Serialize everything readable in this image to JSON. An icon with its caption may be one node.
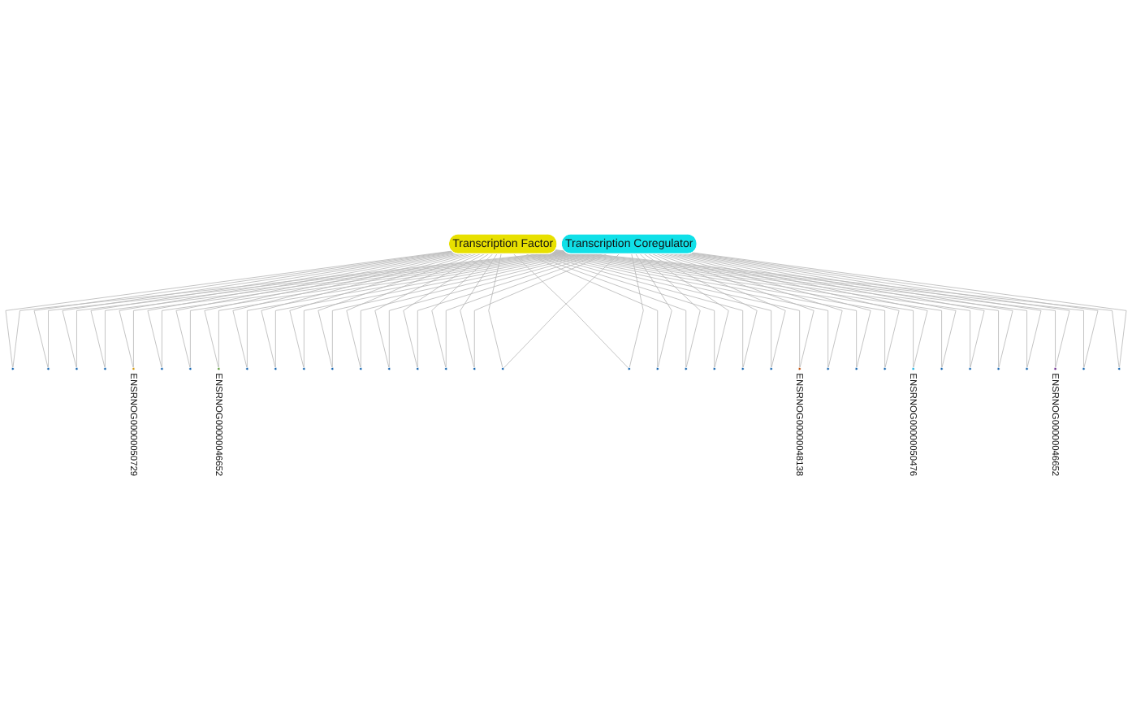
{
  "diagram": {
    "nodes": [
      {
        "text": [
          "Transcription Factor"
        ]
      },
      {
        "text": [
          "Transcription Coregulator"
        ]
      },
      {
        "text": [],
        "shape": "circle"
      },
      {
        "text": [],
        "shape": "circle"
      },
      {
        "text": [],
        "shape": "circle"
      },
      {
        "text": [],
        "shape": "circle"
      },
      {
        "text": [],
        "shape": "circle",
        "beside": [
          "ENSRNOG00000050729"
        ]
      },
      {
        "text": [],
        "shape": "circle"
      },
      {
        "text": [],
        "shape": "circle"
      },
      {
        "text": [],
        "shape": "circle",
        "beside": [
          "ENSRNOG00000046652"
        ]
      },
      {
        "text": [],
        "shape": "circle"
      },
      {
        "text": [],
        "shape": "circle"
      },
      {
        "text": [],
        "shape": "circle"
      },
      {
        "text": [],
        "shape": "circle"
      },
      {
        "text": [],
        "shape": "circle"
      },
      {
        "text": [],
        "shape": "circle"
      },
      {
        "text": [],
        "shape": "circle"
      },
      {
        "text": [],
        "shape": "circle"
      },
      {
        "text": [],
        "shape": "circle"
      },
      {
        "text": [],
        "shape": "circle"
      },
      {
        "text": [],
        "shape": "circle"
      },
      {
        "text": [],
        "shape": "circle"
      },
      {
        "text": [],
        "shape": "circle"
      },
      {
        "text": [],
        "shape": "circle"
      },
      {
        "text": [],
        "shape": "circle"
      },
      {
        "text": [],
        "shape": "circle"
      },
      {
        "text": [],
        "shape": "circle",
        "beside": [
          "ENSRNOG00000048138"
        ]
      },
      {
        "text": [],
        "shape": "circle"
      },
      {
        "text": [],
        "shape": "circle"
      },
      {
        "text": [],
        "shape": "circle"
      },
      {
        "text": [],
        "shape": "circle",
        "beside": [
          "ENSRNOG00000050476"
        ]
      },
      {
        "text": [],
        "shape": "circle"
      },
      {
        "text": [],
        "shape": "circle"
      },
      {
        "text": [],
        "shape": "circle"
      },
      {
        "text": [],
        "shape": "circle"
      },
      {
        "text": [],
        "shape": "circle",
        "beside": [
          "ENSRNOG00000046652"
        ]
      },
      {
        "text": [],
        "shape": "circle"
      },
      {
        "text": [],
        "shape": "circle"
      }
    ],
    "edges": [
      {
        "from": 0,
        "to": 2,
        "arrow": "none"
      },
      {
        "from": 0,
        "to": 3,
        "arrow": "none"
      },
      {
        "from": 0,
        "to": 4,
        "arrow": "none"
      },
      {
        "from": 0,
        "to": 5,
        "arrow": "none"
      },
      {
        "from": 0,
        "to": 6,
        "arrow": "none"
      },
      {
        "from": 0,
        "to": 7,
        "arrow": "none"
      },
      {
        "from": 0,
        "to": 8,
        "arrow": "none"
      },
      {
        "from": 0,
        "to": 9,
        "arrow": "none"
      },
      {
        "from": 0,
        "to": 10,
        "arrow": "none"
      },
      {
        "from": 0,
        "to": 11,
        "arrow": "none"
      },
      {
        "from": 0,
        "to": 12,
        "arrow": "none"
      },
      {
        "from": 0,
        "to": 13,
        "arrow": "none"
      },
      {
        "from": 0,
        "to": 14,
        "arrow": "none"
      },
      {
        "from": 0,
        "to": 15,
        "arrow": "none"
      },
      {
        "from": 0,
        "to": 16,
        "arrow": "none"
      },
      {
        "from": 0,
        "to": 17,
        "arrow": "none"
      },
      {
        "from": 0,
        "to": 18,
        "arrow": "none"
      },
      {
        "from": 0,
        "to": 19,
        "arrow": "none"
      },
      {
        "from": 0,
        "to": 20,
        "arrow": "none"
      },
      {
        "from": 0,
        "to": 21,
        "arrow": "none"
      },
      {
        "from": 0,
        "to": 22,
        "arrow": "none"
      },
      {
        "from": 0,
        "to": 23,
        "arrow": "none"
      },
      {
        "from": 0,
        "to": 24,
        "arrow": "none"
      },
      {
        "from": 0,
        "to": 25,
        "arrow": "none"
      },
      {
        "from": 0,
        "to": 26,
        "arrow": "none"
      },
      {
        "from": 0,
        "to": 27,
        "arrow": "none"
      },
      {
        "from": 0,
        "to": 28,
        "arrow": "none"
      },
      {
        "from": 0,
        "to": 29,
        "arrow": "none"
      },
      {
        "from": 0,
        "to": 30,
        "arrow": "none"
      },
      {
        "from": 0,
        "to": 31,
        "arrow": "none"
      },
      {
        "from": 0,
        "to": 32,
        "arrow": "none"
      },
      {
        "from": 0,
        "to": 33,
        "arrow": "none"
      },
      {
        "from": 0,
        "to": 34,
        "arrow": "none"
      },
      {
        "from": 0,
        "to": 35,
        "arrow": "none"
      },
      {
        "from": 0,
        "to": 36,
        "arrow": "none"
      },
      {
        "from": 0,
        "to": 37,
        "arrow": "none"
      },
      {
        "from": 1,
        "to": 2,
        "arrow": "none"
      },
      {
        "from": 1,
        "to": 3,
        "arrow": "none"
      },
      {
        "from": 1,
        "to": 4,
        "arrow": "none"
      },
      {
        "from": 1,
        "to": 5,
        "arrow": "none"
      },
      {
        "from": 1,
        "to": 6,
        "arrow": "none"
      },
      {
        "from": 1,
        "to": 7,
        "arrow": "none"
      },
      {
        "from": 1,
        "to": 8,
        "arrow": "none"
      },
      {
        "from": 1,
        "to": 9,
        "arrow": "none"
      },
      {
        "from": 1,
        "to": 10,
        "arrow": "none"
      },
      {
        "from": 1,
        "to": 11,
        "arrow": "none"
      },
      {
        "from": 1,
        "to": 12,
        "arrow": "none"
      },
      {
        "from": 1,
        "to": 13,
        "arrow": "none"
      },
      {
        "from": 1,
        "to": 14,
        "arrow": "none"
      },
      {
        "from": 1,
        "to": 15,
        "arrow": "none"
      },
      {
        "from": 1,
        "to": 16,
        "arrow": "none"
      },
      {
        "from": 1,
        "to": 17,
        "arrow": "none"
      },
      {
        "from": 1,
        "to": 18,
        "arrow": "none"
      },
      {
        "from": 1,
        "to": 19,
        "arrow": "none"
      },
      {
        "from": 1,
        "to": 20,
        "arrow": "none"
      },
      {
        "from": 1,
        "to": 21,
        "arrow": "none"
      },
      {
        "from": 1,
        "to": 22,
        "arrow": "none"
      },
      {
        "from": 1,
        "to": 23,
        "arrow": "none"
      },
      {
        "from": 1,
        "to": 24,
        "arrow": "none"
      },
      {
        "from": 1,
        "to": 25,
        "arrow": "none"
      },
      {
        "from": 1,
        "to": 26,
        "arrow": "none"
      },
      {
        "from": 1,
        "to": 27,
        "arrow": "none"
      },
      {
        "from": 1,
        "to": 28,
        "arrow": "none"
      },
      {
        "from": 1,
        "to": 29,
        "arrow": "none"
      },
      {
        "from": 1,
        "to": 30,
        "arrow": "none"
      },
      {
        "from": 1,
        "to": 31,
        "arrow": "none"
      },
      {
        "from": 1,
        "to": 32,
        "arrow": "none"
      },
      {
        "from": 1,
        "to": 33,
        "arrow": "none"
      },
      {
        "from": 1,
        "to": 34,
        "arrow": "none"
      },
      {
        "from": 1,
        "to": 35,
        "arrow": "none"
      },
      {
        "from": 1,
        "to": 36,
        "arrow": "none"
      },
      {
        "from": 1,
        "to": 37,
        "arrow": "none"
      }
    ]
  }
}
